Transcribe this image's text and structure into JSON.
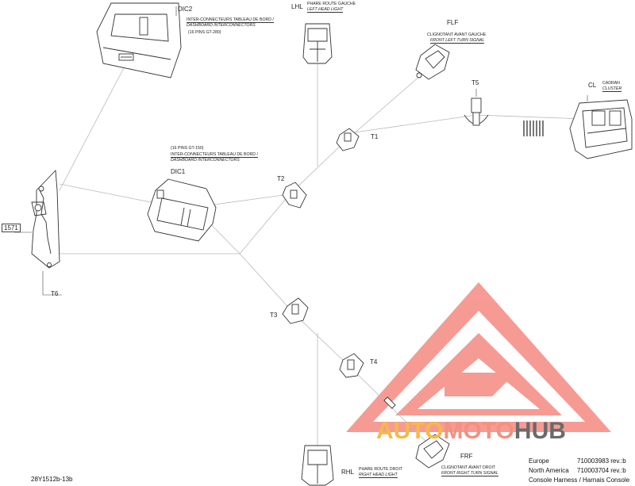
{
  "callouts": {
    "dic2": "DIC2",
    "dic1": "DIC1",
    "lhl": "LHL",
    "flf": "FLF",
    "t5": "T5",
    "cl": "CL",
    "t1": "T1",
    "t2": "T2",
    "t3": "T3",
    "t4": "T4",
    "t6": "T6",
    "n1571": "1571",
    "rhl": "RHL",
    "frf": "FRF"
  },
  "labels": {
    "dic2_fr": "INTER-CONNECTEURS TABLEAU DE BORD /",
    "dic2_en": "DASHBOARD INTERCONNECTORS",
    "dic2_pins": "(16 PINS GT-280)",
    "dic1_pins": "(16 PINS GT-150)",
    "dic1_fr": "INTER-CONNECTEURS TABLEAU DE BORD /",
    "dic1_en": "DASHBOARD INTERCONNECTORS",
    "lhl_fr": "PHARE ROUTE GAUCHE",
    "lhl_en": "LEFT HEAD LIGHT",
    "flf_fr": "CLIGNOTANT AVANT GAUCHE",
    "flf_en": "FRONT LEFT TURN SIGNAL",
    "cl_fr": "CADRAN",
    "cl_en": "CLUSTER",
    "rhl_fr": "PHARE ROUTE DROIT",
    "rhl_en": "RIGHT HEAD LIGHT",
    "frf_fr": "CLIGNOTANT AVANT DROIT",
    "frf_en": "FRONT RIGHT TURN SIGNAL"
  },
  "footer": {
    "drawing_no": "28Y1512b-13b",
    "region1": "Europe",
    "part1": "710003983 rev.:b",
    "region2": "North America",
    "part2": "710003704 rev.:b",
    "title": "Console Harness / Harnais Console"
  },
  "watermark": {
    "text_a": "AUTO",
    "text_b": "MOTO",
    "text_c": "HUB",
    "color_red": "#f05a50",
    "color_orange": "#f5a623",
    "color_gray": "#5f5f5f"
  }
}
